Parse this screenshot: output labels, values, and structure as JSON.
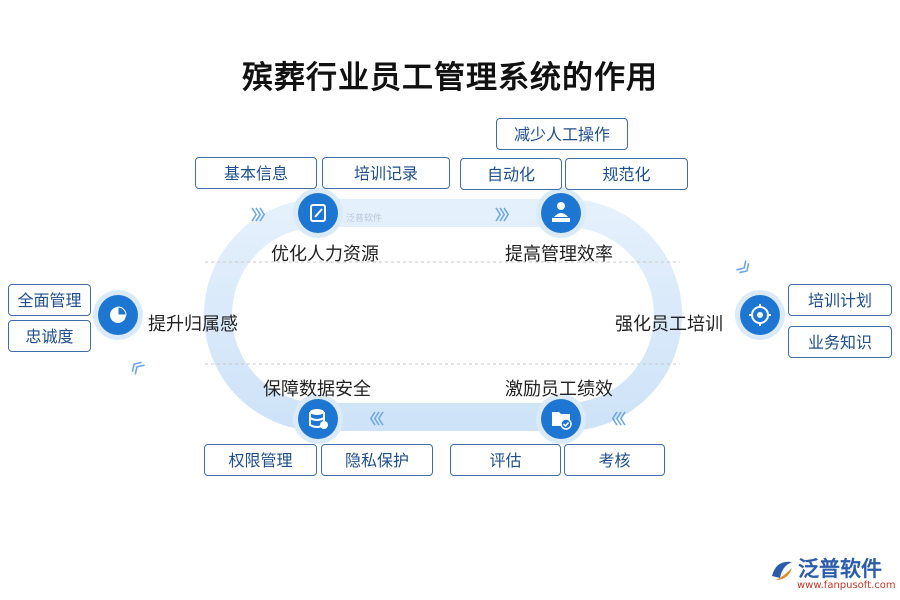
{
  "title": "殡葬行业员工管理系统的作用",
  "nodes": {
    "hr": {
      "label": "优化人力资源",
      "icon": "document-edit-icon",
      "tags": [
        "基本信息",
        "培训记录"
      ]
    },
    "efficiency": {
      "label": "提高管理效率",
      "icon": "presenter-icon",
      "tags": [
        "减少人工操作",
        "自动化",
        "规范化"
      ]
    },
    "training": {
      "label": "强化员工培训",
      "icon": "target-icon",
      "tags": [
        "培训计划",
        "业务知识"
      ]
    },
    "incentive": {
      "label": "激励员工绩效",
      "icon": "folder-check-icon",
      "tags": [
        "评估",
        "考核"
      ]
    },
    "security": {
      "label": "保障数据安全",
      "icon": "database-icon",
      "tags": [
        "权限管理",
        "隐私保护"
      ]
    },
    "belonging": {
      "label": "提升归属感",
      "icon": "pie-chart-icon",
      "tags": [
        "全面管理",
        "忠诚度"
      ]
    }
  },
  "watermark": "泛普软件",
  "brand": {
    "name": "泛普软件",
    "url": "www.fanpusoft.com",
    "color": "#2a5caa"
  },
  "colors": {
    "accent": "#1d76d2",
    "track": "#d8e9fa",
    "tag_border": "#3e6fa8"
  }
}
